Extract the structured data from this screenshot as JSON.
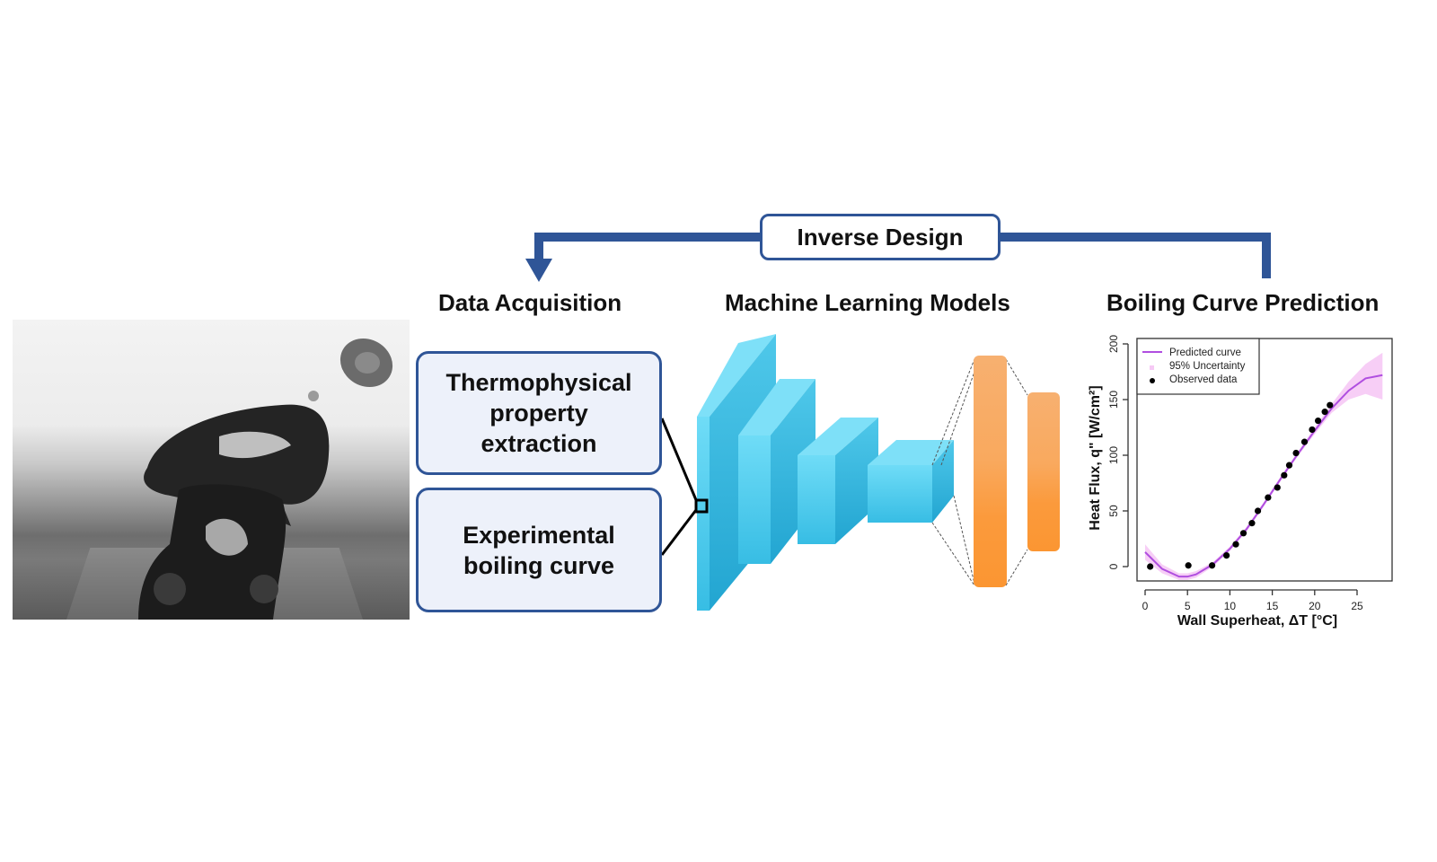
{
  "feedback": {
    "label": "Inverse Design",
    "arrow_color": "#2f5597"
  },
  "stages": {
    "data_acquisition": "Data Acquisition",
    "ml_models": "Machine Learning Models",
    "prediction": "Boiling Curve Prediction"
  },
  "inputs": [
    {
      "label": "Thermophysical property extraction",
      "lines": [
        "Thermophysical",
        "property",
        "extraction"
      ]
    },
    {
      "label": "Experimental boiling curve",
      "lines": [
        "Experimental",
        "boiling curve"
      ]
    }
  ],
  "network": {
    "conv_color": "#3dc3e6",
    "dense_color": "#fb9a3c",
    "conv_layers": 4,
    "dense_layers": 2
  },
  "photo": {
    "subject": "boiling-bubble-photo"
  },
  "chart_data": {
    "type": "scatter",
    "title": "",
    "xlabel": "Wall Superheat, ΔT [°C]",
    "ylabel": "Heat Flux, q\" [W/cm²]",
    "xlim": [
      -1,
      29
    ],
    "ylim": [
      -15,
      200
    ],
    "xticks": [
      0,
      5,
      10,
      15,
      20,
      25
    ],
    "yticks": [
      0,
      50,
      100,
      150,
      200
    ],
    "legend": {
      "position": "top-left",
      "entries": [
        "Predicted curve",
        "95% Uncertainty",
        "Observed data"
      ]
    },
    "colors": {
      "curve": "#b04ee0",
      "band": "#f6c9f5",
      "points": "#000000"
    },
    "series": [
      {
        "name": "Observed data",
        "x": [
          0.6,
          5.1,
          7.9,
          9.6,
          10.7,
          11.6,
          12.6,
          13.3,
          14.5,
          15.6,
          16.4,
          17.0,
          17.8,
          18.8,
          19.7,
          20.4,
          21.2,
          21.8
        ],
        "y": [
          0,
          1,
          1,
          10,
          20,
          30,
          39,
          50,
          62,
          71,
          82,
          91,
          102,
          112,
          123,
          131,
          139,
          145
        ]
      },
      {
        "name": "Predicted curve",
        "x": [
          0,
          2,
          4,
          5,
          6,
          8,
          10,
          12,
          14,
          16,
          18,
          20,
          22,
          24,
          26,
          28
        ],
        "y": [
          13,
          -2,
          -9,
          -9,
          -7,
          2,
          16,
          34,
          56,
          79,
          101,
          122,
          142,
          158,
          169,
          172
        ]
      },
      {
        "name": "95% Uncertainty",
        "x": [
          0,
          2,
          4,
          5,
          6,
          8,
          10,
          12,
          14,
          16,
          18,
          20,
          22,
          24,
          26,
          28
        ],
        "lower": [
          6,
          -6,
          -12,
          -12,
          -10,
          0,
          14,
          32,
          54,
          77,
          99,
          119,
          138,
          150,
          155,
          150
        ],
        "upper": [
          20,
          2,
          -6,
          -6,
          -4,
          4,
          18,
          36,
          58,
          81,
          103,
          125,
          146,
          166,
          182,
          192
        ]
      }
    ]
  }
}
